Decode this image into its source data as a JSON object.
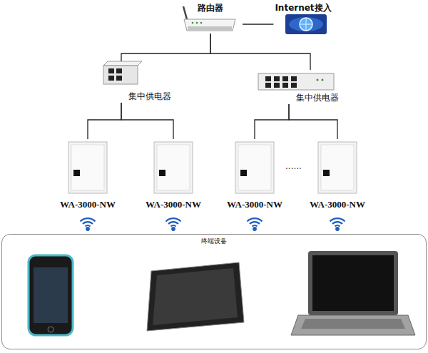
{
  "diagram": {
    "nodes": [
      {
        "text": [
          "路由器"
        ]
      },
      {
        "text": [
          "Internet接入"
        ]
      },
      {
        "text": [
          "集中供电器"
        ]
      },
      {
        "text": [
          "集中供电器"
        ]
      },
      {
        "text": [
          "WA-3000-NW"
        ]
      },
      {
        "text": [
          "WA-3000-NW"
        ]
      },
      {
        "text": [
          "WA-3000-NW"
        ]
      },
      {
        "text": [
          "WA-3000-NW"
        ]
      },
      {
        "text": [
          "终端设备"
        ]
      }
    ],
    "edges": [
      {
        "from": 0,
        "to": 1,
        "arrow": "none"
      },
      {
        "from": 0,
        "to": 2,
        "arrow": "none"
      },
      {
        "from": 0,
        "to": 3,
        "arrow": "none"
      },
      {
        "from": 2,
        "to": 4,
        "arrow": "none"
      },
      {
        "from": 2,
        "to": 5,
        "arrow": "none"
      },
      {
        "from": 3,
        "to": 6,
        "arrow": "none"
      },
      {
        "from": 3,
        "to": 7,
        "arrow": "none"
      }
    ],
    "labels": [
      "......"
    ]
  }
}
